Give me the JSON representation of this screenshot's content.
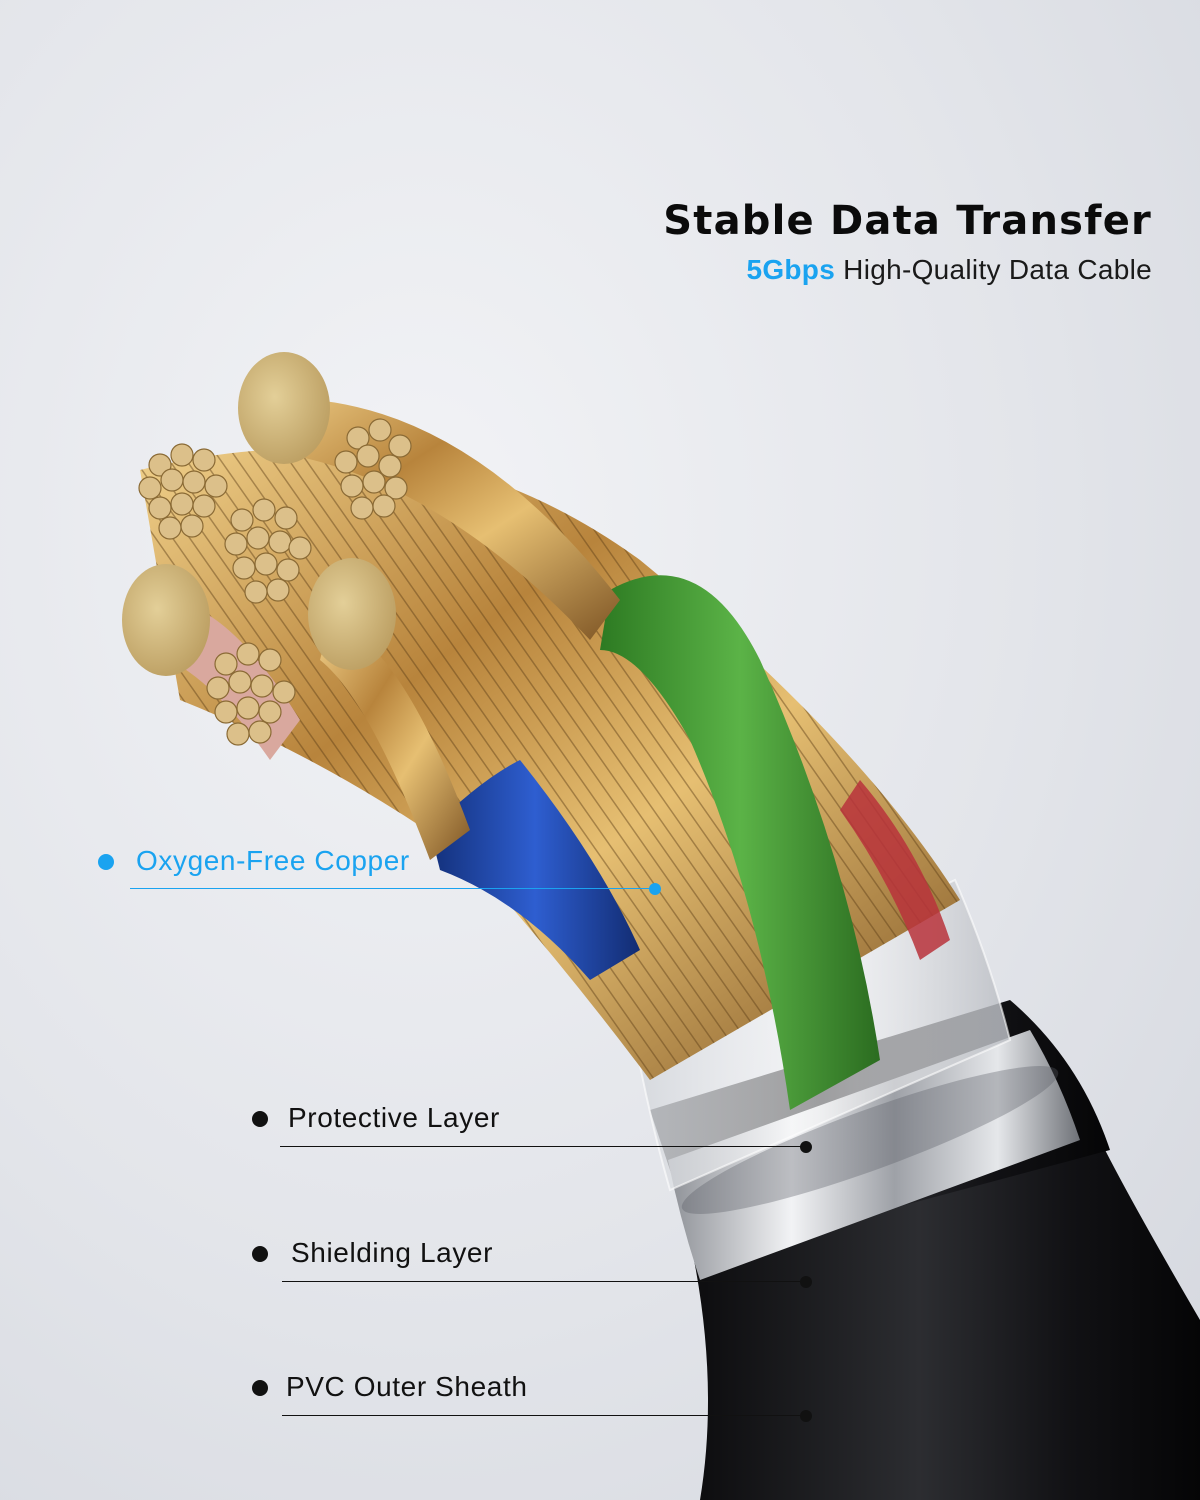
{
  "header": {
    "title": "Stable Data Transfer",
    "subtitle_highlight": "5Gbps",
    "subtitle_rest": " High-Quality Data Cable"
  },
  "callouts": {
    "copper": {
      "label": "Oxygen-Free Copper"
    },
    "protective": {
      "label": "Protective Layer"
    },
    "shielding": {
      "label": "Shielding Layer"
    },
    "sheath": {
      "label": "PVC Outer Sheath"
    }
  },
  "colors": {
    "accent": "#1aa3f0",
    "text": "#111111",
    "copper": "#c89a55",
    "green_wire": "#3f9a32",
    "blue_wire": "#1c47a8",
    "red_wire": "#b8333b",
    "sheath": "#1c1d20",
    "shield": "#c4c7cc"
  }
}
